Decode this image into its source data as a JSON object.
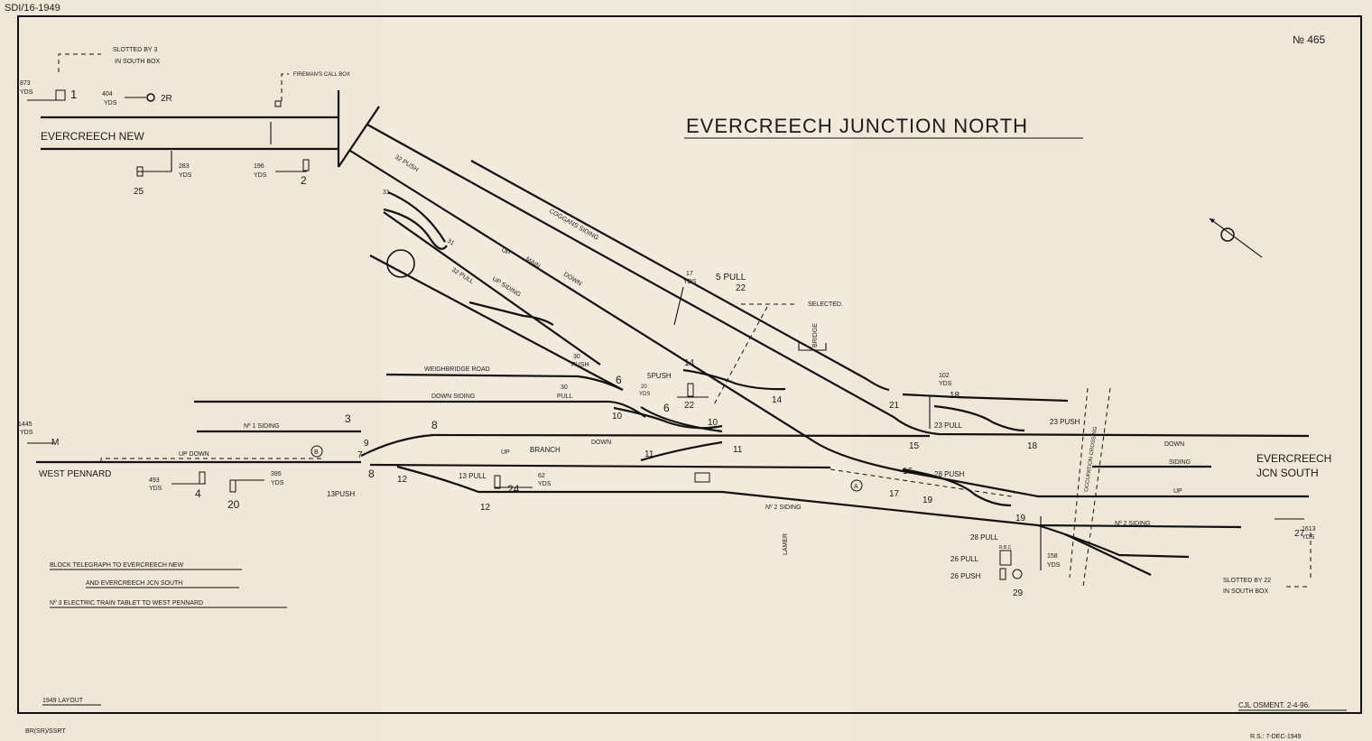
{
  "header": {
    "doc_ref": "SDI/16-1949",
    "diagram_no": "№ 465",
    "title": "EVERCREECH JUNCTION NORTH"
  },
  "labels": {
    "slotted3_a": "SLOTTED BY 3",
    "slotted3_b": "IN SOUTH BOX",
    "yds873_a": "873",
    "yds873_b": "YDS",
    "sig1": "1",
    "yds404_a": "404",
    "yds404_b": "YDS",
    "sig2r": "2R",
    "fireman": "FIREMAN'S CALL BOX",
    "evercreech_new": "EVERCREECH NEW",
    "yds283_a": "283",
    "yds283_b": "YDS",
    "sig25": "25",
    "yds196_a": "196",
    "yds196_b": "YDS",
    "sig2": "2",
    "push32": "32 PUSH",
    "n31a": "31",
    "n31b": "31",
    "pull32": "32 PULL",
    "up_siding": "UP SIDING",
    "up": "UP",
    "main": "MAIN",
    "down": "DOWN",
    "coggans": "COGGANS SIDING",
    "yds17_a": "17",
    "yds17_b": "YDS",
    "pull5": "5 PULL",
    "n22a": "22",
    "selected": "SELECTED.",
    "bridge": "BRIDGE",
    "weighbridge": "WEIGHBRIDGE ROAD",
    "push30_a": "30",
    "push30_b": "PUSH",
    "n6a": "6",
    "pull30_a": "30",
    "pull30_b": "PULL",
    "down_siding": "DOWN SIDING",
    "push5": "5PUSH",
    "yds20_a": "20",
    "yds20_b": "YDS",
    "n6b": "6",
    "n22b": "22",
    "n14a": "14",
    "n14b": "14",
    "n10a": "10",
    "n10b": "10",
    "no1_siding": "Nº 1 SIDING",
    "n3": "3",
    "n8a": "8",
    "n9": "9",
    "n7": "7",
    "n8b": "8",
    "yds1445_a": "1445",
    "yds1445_b": "YDS",
    "up_down": "UP  DOWN",
    "circle_b": "B",
    "west_pennard": "WEST PENNARD",
    "yds493_a": "493",
    "yds493_b": "YDS",
    "n4": "4",
    "n20": "20",
    "yds395_a": "395",
    "yds395_b": "YDS",
    "push13": "13PUSH",
    "n12a": "12",
    "n12b": "12",
    "pull13": "13 PULL",
    "n24": "24",
    "yds62_a": "62",
    "yds62_b": "YDS",
    "branch_up": "UP",
    "branch": "BRANCH",
    "branch_down": "DOWN",
    "n11a": "11",
    "n11b": "11",
    "no2_siding": "Nº 2 SIDING",
    "lamer": "LAMER",
    "circle_a": "A",
    "n15": "15",
    "n16": "16",
    "n17": "17",
    "n19a": "19",
    "n19b": "19",
    "n21": "21",
    "yds102_a": "102",
    "yds102_b": "YDS",
    "n18a": "18",
    "pull23": "23 PULL",
    "push23": "23 PUSH",
    "n18b": "18",
    "push28": "28 PUSH",
    "pull28": "28 PULL",
    "rbc": "R.B.C",
    "pull26": "26 PULL",
    "push26": "26 PUSH",
    "n29": "29",
    "yds158_a": "158",
    "yds158_b": "YDS",
    "r_down": "DOWN",
    "r_siding": "SIDING",
    "r_up": "UP",
    "r_no2": "Nº 2 SIDING",
    "jcn_south_a": "EVERCREECH",
    "jcn_south_b": "JCN SOUTH",
    "occupation": "OCCUPATION CROSSING",
    "n27": "27",
    "yds1613_a": "1613",
    "yds1613_b": "YDS",
    "slotted22_a": "SLOTTED BY 22",
    "slotted22_b": "IN SOUTH BOX"
  },
  "notes": [
    "BLOCK TELEGRAPH TO EVERCREECH NEW",
    "AND EVERCREECH JCN SOUTH",
    "Nº 3 ELECTRIC TRAIN TABLET TO WEST PENNARD"
  ],
  "footer": {
    "layout": "1949 LAYOUT",
    "author": "CJL OSMENT. 2-4-96.",
    "source": "BR(SR)/SSRT",
    "rs": "R.S.: 7-DEC-1949"
  }
}
